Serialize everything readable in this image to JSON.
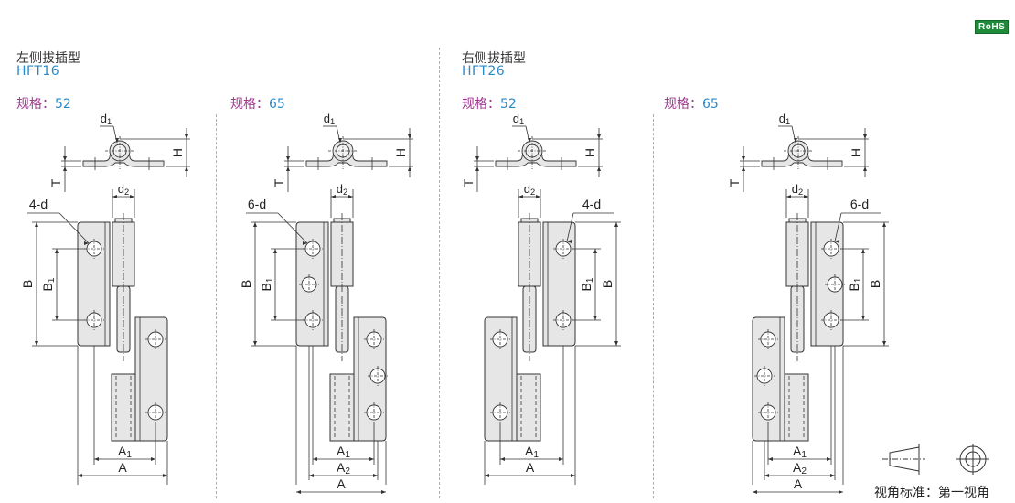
{
  "badge": {
    "label": "RoHS",
    "color": "#1f8a3a"
  },
  "groups": [
    {
      "title": "左侧拔插型",
      "model": "HFT16"
    },
    {
      "title": "右侧拔插型",
      "model": "HFT26"
    }
  ],
  "spec_label": "规格：",
  "variants": [
    {
      "spec": "52",
      "hole_label": "4-d",
      "holes_per_leaf": 2,
      "side": "left",
      "dims": {
        "d1": "d1",
        "d2": "d2",
        "H": "H",
        "T": "T",
        "B": "B",
        "B1": "B1",
        "A1": "A1",
        "A": "A"
      }
    },
    {
      "spec": "65",
      "hole_label": "6-d",
      "holes_per_leaf": 3,
      "side": "left",
      "dims": {
        "d1": "d1",
        "d2": "d2",
        "H": "H",
        "T": "T",
        "B": "B",
        "B1": "B1",
        "A1": "A1",
        "A2": "A2",
        "A": "A"
      }
    },
    {
      "spec": "52",
      "hole_label": "4-d",
      "holes_per_leaf": 2,
      "side": "right",
      "dims": {
        "d1": "d1",
        "d2": "d2",
        "H": "H",
        "T": "T",
        "B": "B",
        "B1": "B1",
        "A1": "A1",
        "A": "A"
      }
    },
    {
      "spec": "65",
      "hole_label": "6-d",
      "holes_per_leaf": 3,
      "side": "right",
      "dims": {
        "d1": "d1",
        "d2": "d2",
        "H": "H",
        "T": "T",
        "B": "B",
        "B1": "B1",
        "A1": "A1",
        "A2": "A2",
        "A": "A"
      }
    }
  ],
  "view_standard": {
    "caption": "视角标准：第一视角"
  },
  "colors": {
    "part_fill": "#e6e6e6",
    "line": "#333333",
    "accent_blue": "#2a8ac8",
    "accent_purple": "#a03890"
  }
}
